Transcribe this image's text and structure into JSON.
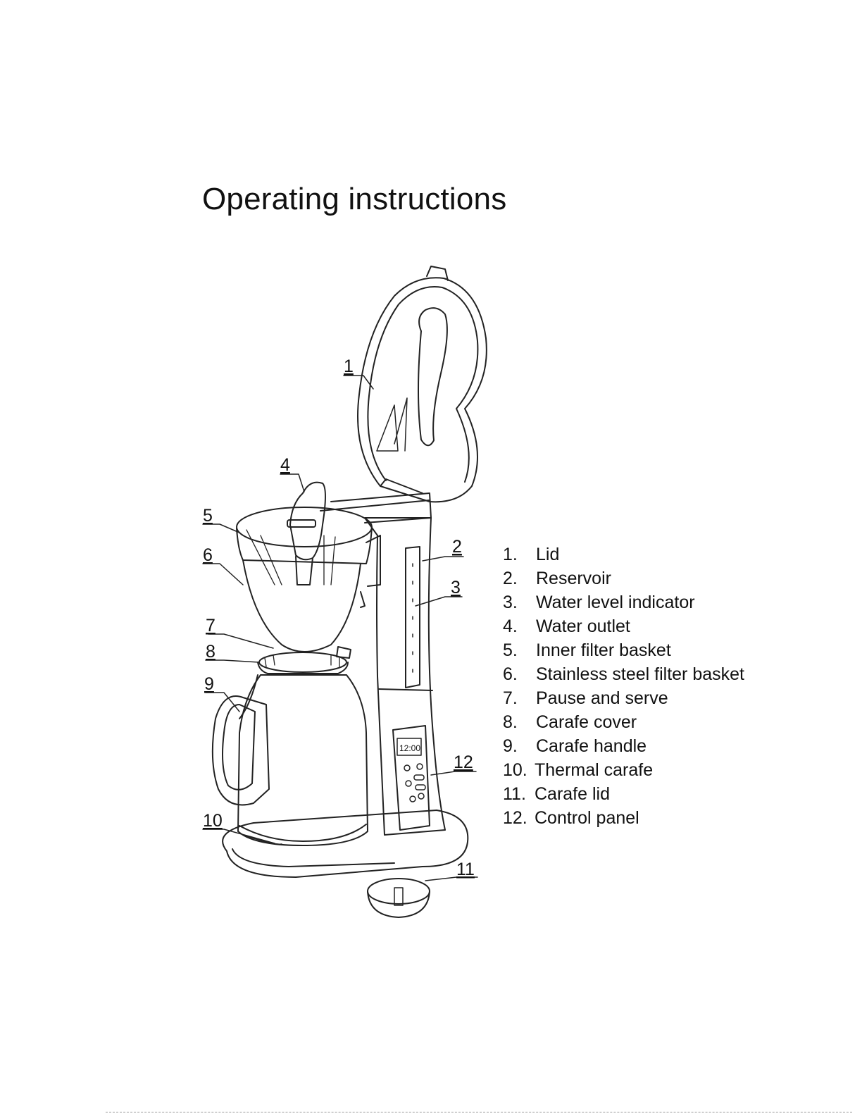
{
  "document": {
    "title": "Operating instructions"
  },
  "diagram": {
    "callouts": [
      "1",
      "2",
      "3",
      "4",
      "5",
      "6",
      "7",
      "8",
      "9",
      "10",
      "11",
      "12"
    ],
    "display_readout": "12:00"
  },
  "parts": [
    {
      "num": "1.",
      "label": "Lid"
    },
    {
      "num": "2.",
      "label": "Reservoir"
    },
    {
      "num": "3.",
      "label": "Water level indicator"
    },
    {
      "num": "4.",
      "label": "Water outlet"
    },
    {
      "num": "5.",
      "label": "Inner filter basket"
    },
    {
      "num": "6.",
      "label": "Stainless steel filter basket"
    },
    {
      "num": "7.",
      "label": "Pause and serve"
    },
    {
      "num": "8.",
      "label": "Carafe cover"
    },
    {
      "num": "9.",
      "label": "Carafe handle"
    },
    {
      "num": "10.",
      "label": "Thermal carafe"
    },
    {
      "num": "11.",
      "label": "Carafe lid"
    },
    {
      "num": "12.",
      "label": "Control panel"
    }
  ]
}
